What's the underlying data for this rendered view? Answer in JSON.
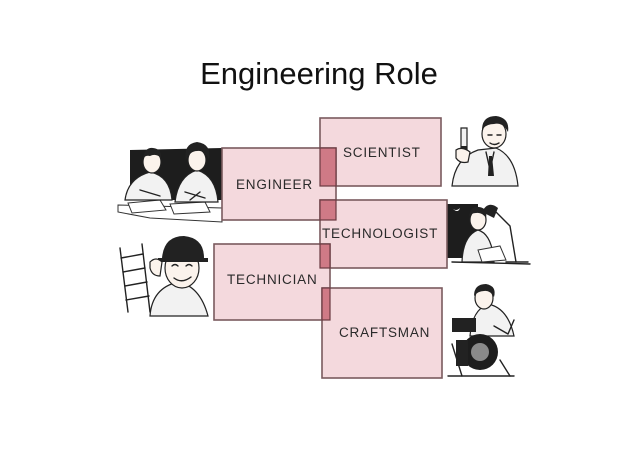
{
  "slide": {
    "title": "Engineering Role"
  },
  "roles": {
    "scientist": "SCIENTIST",
    "engineer": "ENGINEER",
    "technologist": "TECHNOLOGIST",
    "technician": "TECHNICIAN",
    "craftsman": "CRAFTSMAN"
  },
  "colors": {
    "box_fill": "#f4d9dd",
    "box_border": "#7a5a5e",
    "overlap_fill": "#cf7a86"
  },
  "illustrations": [
    "scientist-illustration",
    "engineers-illustration",
    "technologist-illustration",
    "technician-illustration",
    "craftsman-illustration"
  ]
}
